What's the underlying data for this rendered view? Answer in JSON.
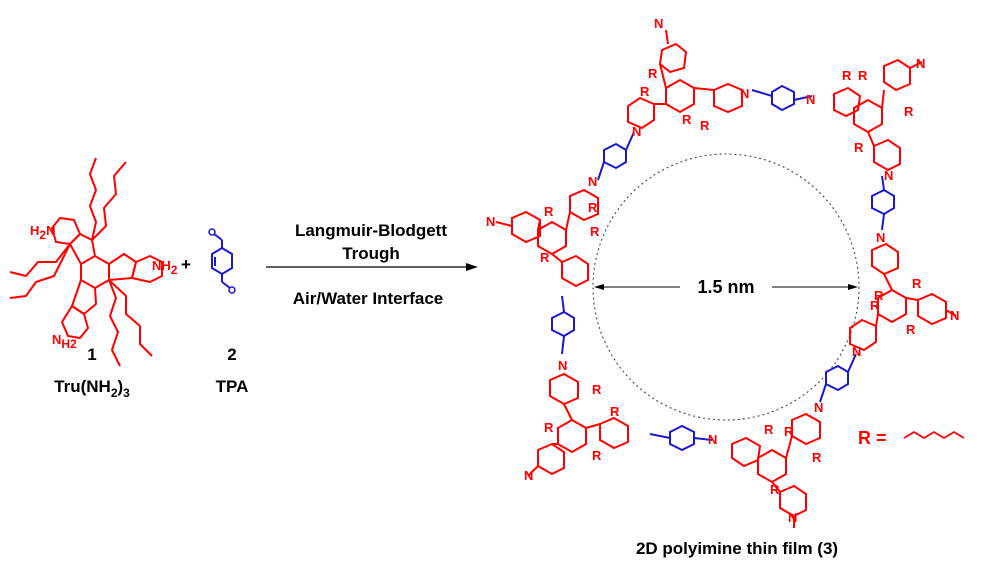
{
  "colors": {
    "truxene": "#ff0000",
    "linker": "#1a1acc",
    "text": "#000000",
    "pore_circle": "#444444"
  },
  "monomer1": {
    "number": "1",
    "name_prefix": "Tru(NH",
    "name_sub1": "2",
    "name_mid": ")",
    "name_sub2": "3",
    "amine_prefix": "H",
    "amine_sub": "2",
    "amine_suffix": "N",
    "amine_right": "NH",
    "amine_bottom": "N"
  },
  "monomer2": {
    "number": "2",
    "name": "TPA"
  },
  "plus": "+",
  "reaction": {
    "above_line1": "Langmuir-Blodgett",
    "above_line2": "Trough",
    "below": "Air/Water Interface"
  },
  "product": {
    "pore_label": "1.5 nm",
    "caption": "2D polyimine thin film (3)",
    "r_legend": "R =",
    "r_symbol": "R",
    "n_symbol": "N"
  },
  "icons": {
    "pore": "dashed-circle-icon",
    "arrow": "reaction-arrow-icon"
  }
}
